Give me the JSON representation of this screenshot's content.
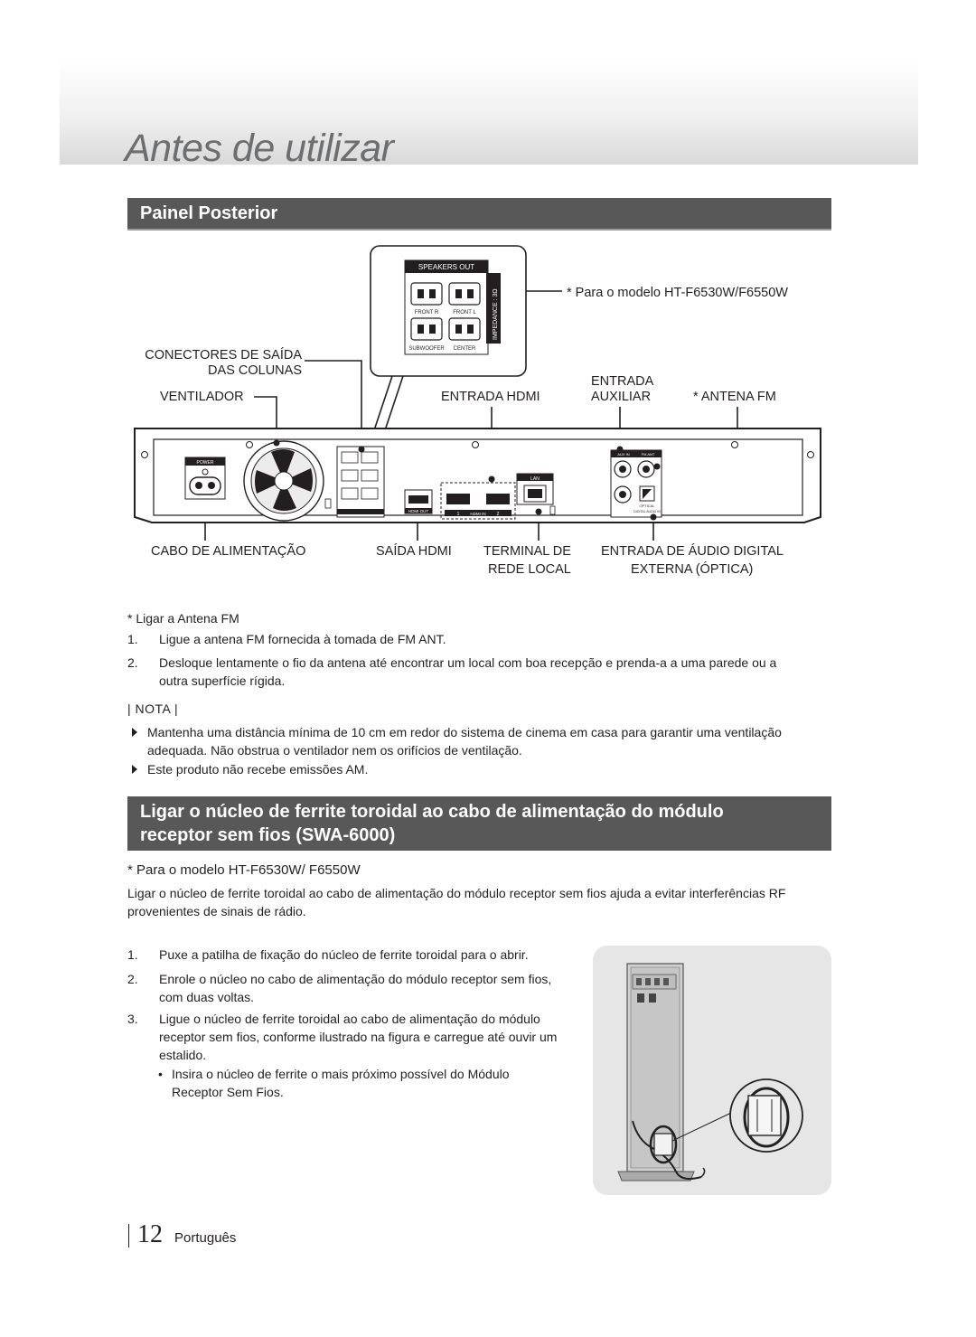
{
  "chapter_title": "Antes de utilizar",
  "section1": {
    "title": "Painel Posterior",
    "model_note": "* Para o modelo HT-F6530W/F6550W",
    "labels": {
      "speaker_out_1": "CONECTORES DE SAÍDA",
      "speaker_out_2": "DAS COLUNAS",
      "fan": "VENTILADOR",
      "hdmi_in": "ENTRADA HDMI",
      "aux_1": "ENTRADA",
      "aux_2": "AUXILIAR",
      "fm": "* ANTENA FM",
      "power": "CABO DE ALIMENTAÇÃO",
      "hdmi_out": "SAÍDA HDMI",
      "lan_1": "TERMINAL DE",
      "lan_2": "REDE LOCAL",
      "optical_1": "ENTRADA DE ÁUDIO DIGITAL",
      "optical_2": "EXTERNA (ÓPTICA)"
    },
    "panel_text": {
      "speakers_out": "SPEAKERS OUT",
      "front_r": "FRONT R",
      "front_l": "FRONT L",
      "subwoofer": "SUBWOOFER",
      "center": "CENTER",
      "impedance": "IMPEDANCE : 3Ω",
      "power": "POWER",
      "hdmi_out": "HDMI OUT",
      "hdmi_in": "HDMI IN",
      "lan": "LAN",
      "aux_in": "AUX IN",
      "fm_ant": "FM ANT",
      "optical": "OPTICAL",
      "digital_audio_in": "DIGITAL AUDIO IN",
      "hdmi_in_1": "1",
      "hdmi_in_2": "2"
    },
    "fm_title": "* Ligar a Antena FM",
    "fm_steps": [
      {
        "num": "1.",
        "text": "Ligue a antena FM fornecida à tomada de FM ANT."
      },
      {
        "num": "2.",
        "line1": "Desloque lentamente o fio da antena até encontrar um local com boa recepção e prenda-a a uma parede ou a",
        "line2": "outra superfície rígida."
      }
    ],
    "nota": "| NOTA |",
    "notes": [
      {
        "line1": "Mantenha uma distância mínima de 10 cm em redor do sistema de cinema em casa para garantir uma ventilação",
        "line2": "adequada. Não obstrua o ventilador nem os orifícios de ventilação."
      },
      {
        "line1": "Este produto não recebe emissões AM."
      }
    ]
  },
  "section2": {
    "title_line1": "Ligar o núcleo de ferrite toroidal ao cabo de alimentação do módulo",
    "title_line2": "receptor sem fios (SWA-6000)",
    "model_note": "* Para o modelo HT-F6530W/ F6550W",
    "intro_line1": "Ligar o núcleo de ferrite toroidal ao cabo de alimentação do módulo receptor sem fios ajuda a evitar interferências RF",
    "intro_line2": "provenientes de sinais de rádio.",
    "steps": [
      {
        "num": "1.",
        "lines": [
          "Puxe a patilha de fixação do núcleo de ferrite toroidal para o abrir."
        ]
      },
      {
        "num": "2.",
        "lines": [
          "Enrole o núcleo no cabo de alimentação do módulo receptor sem fios,",
          "com duas voltas."
        ]
      },
      {
        "num": "3.",
        "lines": [
          "Ligue o núcleo de ferrite toroidal ao cabo de alimentação do módulo",
          "receptor sem fios, conforme ilustrado na figura e carregue até ouvir um",
          "estalido."
        ]
      }
    ],
    "bullet": {
      "symbol": "•",
      "line1": "Insira o núcleo de ferrite o mais próximo possível do Módulo",
      "line2": "Receptor Sem Fios."
    }
  },
  "footer": {
    "page_number": "12",
    "language": "Português"
  },
  "colors": {
    "section_bar": "#585858",
    "title_gray": "#6d6e70",
    "text": "#231f20"
  }
}
